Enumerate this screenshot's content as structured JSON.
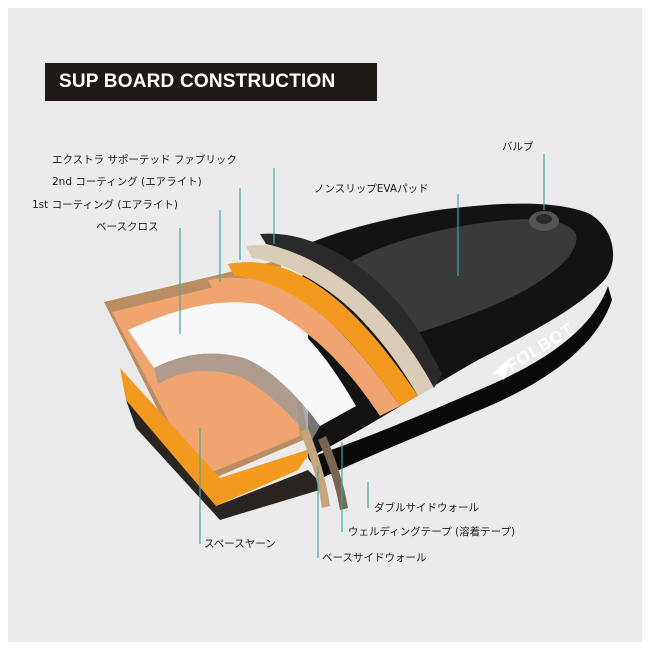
{
  "title": "SUP BOARD CONSTRUCTION",
  "brand": "FOLBOT",
  "labels": {
    "extra_fabric": "エクストラ サポーテッド ファブリック",
    "coating_2nd": "2nd コーティング (エアライト)",
    "coating_1st": "1st コーティング (エアライト)",
    "base_cloth": "ベースクロス",
    "valve": "バルブ",
    "eva_pad": "ノンスリップEVAパッド",
    "double_sidewall": "ダブルサイドウォール",
    "welding_tape": "ウェルディングテープ (溶着テープ)",
    "space_yarn": "スペースヤーン",
    "base_sidewall": "ベースサイドウォール"
  },
  "colors": {
    "title_bg": "#1f1a17",
    "leader_line": "#3fa8a3",
    "orange": "#f39a1e",
    "peach": "#f0a46f",
    "board": "#131313",
    "pad": "#3a3a3a",
    "background": "#ebebeb"
  }
}
